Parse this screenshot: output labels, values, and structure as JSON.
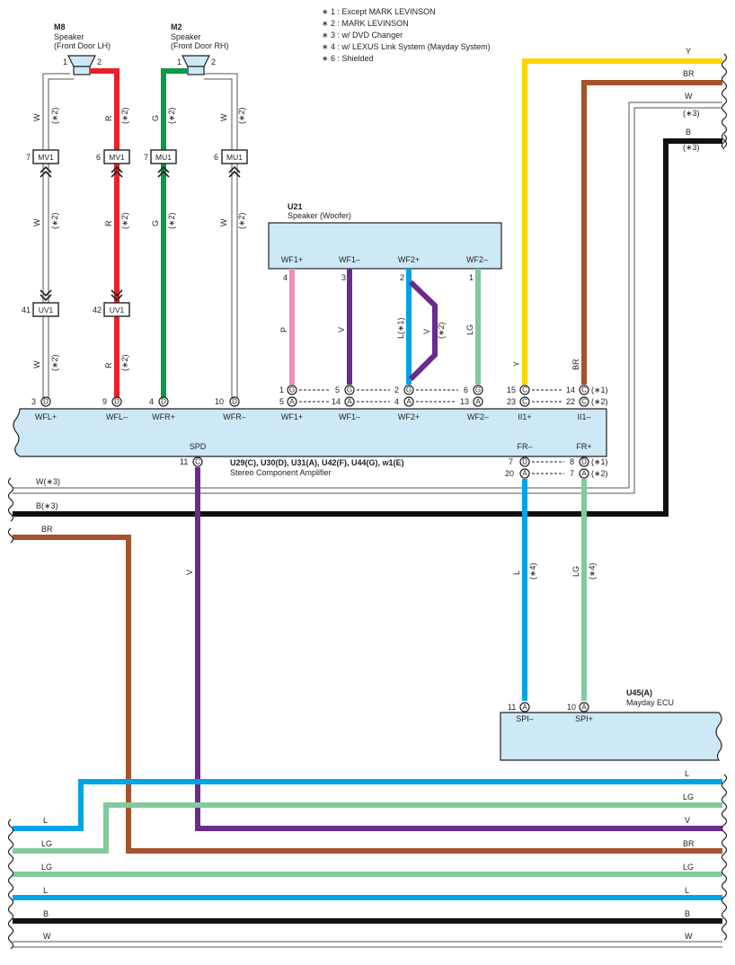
{
  "notes": [
    "∗ 1 : Except MARK LEVINSON",
    "∗ 2 : MARK LEVINSON",
    "∗ 3 : w/ DVD Changer",
    "∗ 4 : w/ LEXUS Link System (Mayday System)",
    "∗ 6 : Shielded"
  ],
  "colors": {
    "W": "#ffffff",
    "R": "#e8202a",
    "G": "#0a9a48",
    "P": "#f08cba",
    "V": "#6a2a8e",
    "L": "#00a4e4",
    "LG": "#82c99c",
    "Y": "#ffd400",
    "BR": "#a5522d",
    "B": "#111111"
  },
  "components": {
    "m8": {
      "code": "M8",
      "name": "Speaker",
      "loc": "(Front Door LH)",
      "p1": "1",
      "p2": "2"
    },
    "m2": {
      "code": "M2",
      "name": "Speaker",
      "loc": "(Front Door RH)",
      "p1": "1",
      "p2": "2"
    },
    "u21": {
      "code": "U21",
      "name": "Speaker (Woofer)",
      "pins": [
        "WF1+",
        "WF1–",
        "WF2+",
        "WF2–"
      ],
      "nums": [
        "4",
        "3",
        "2",
        "1"
      ]
    },
    "amp": {
      "code": "U29(C), U30(D), U31(A), U42(F), U44(G), w1(E)",
      "name": "Stereo Component Amplifier",
      "top": [
        "WFL+",
        "WFL–",
        "WFR+",
        "WFR–",
        "WF1+",
        "WF1–",
        "WF2+",
        "WF2–",
        "II1+",
        "II1–"
      ],
      "bottom": [
        "SPD",
        "FR–",
        "FR+"
      ]
    },
    "u45": {
      "code": "U45(A)",
      "name": "Mayday ECU",
      "pins": [
        "SPI–",
        "SPI+"
      ]
    }
  },
  "connectors": {
    "mv1": "MV1",
    "mu1": "MU1",
    "uv1": "UV1"
  },
  "pin_nums": {
    "mv1_l": "7",
    "mv1_r": "6",
    "mu1_l": "7",
    "mu1_r": "6",
    "uv1_l": "41",
    "uv1_r": "42",
    "amp_d1": "3",
    "amp_d2": "9",
    "amp_d3": "4",
    "amp_d4": "10",
    "r1a": "1",
    "r1b": "5",
    "r2a": "5",
    "r2b": "14",
    "r3a": "2",
    "r3b": "4",
    "r4a": "6",
    "r4b": "13",
    "r5a": "15",
    "r5b": "23",
    "r6a": "14",
    "r6b": "22",
    "spd": "11",
    "fr_a": "7",
    "fr_b": "20",
    "frp_a": "8",
    "frp_b": "7",
    "u45a": "11",
    "u45b": "10"
  },
  "pin_letters": {
    "D": "D",
    "G": "G",
    "A": "A",
    "C": "C"
  },
  "marks": {
    "s1": "(∗1)",
    "s2": "(∗2)",
    "s3": "(∗3)",
    "s4": "(∗4)",
    "l1": "L(∗1)"
  },
  "wires": {
    "W": "W",
    "R": "R",
    "G": "G",
    "P": "P",
    "V": "V",
    "L": "L",
    "LG": "LG",
    "Y": "Y",
    "BR": "BR",
    "B": "B",
    "W3": "W(∗3)",
    "B3": "B(∗3)"
  }
}
